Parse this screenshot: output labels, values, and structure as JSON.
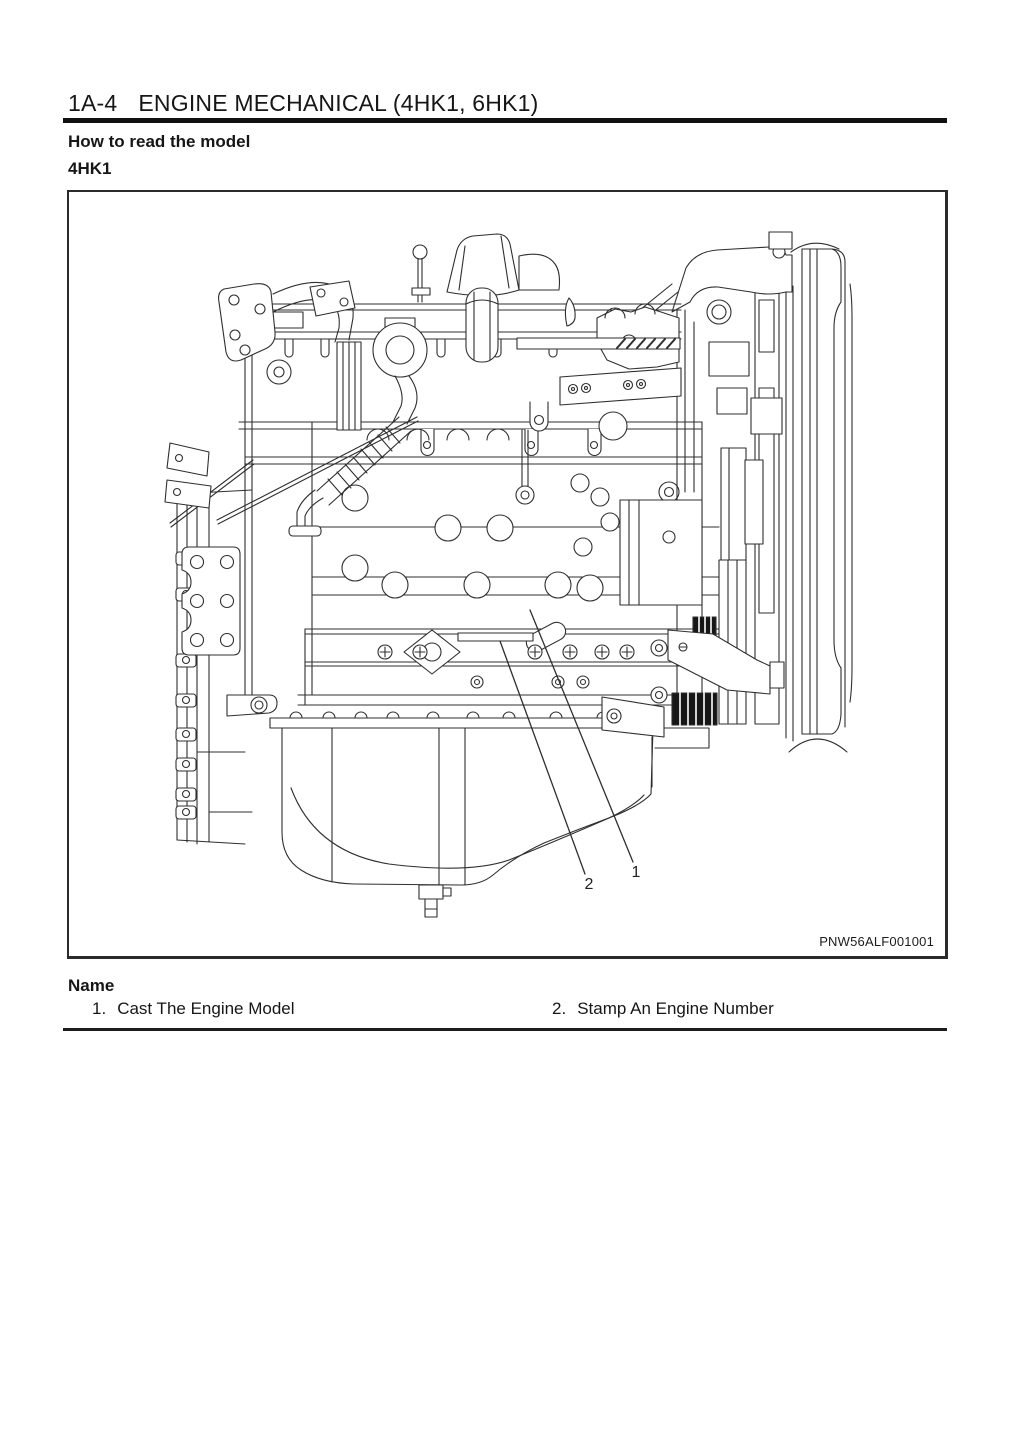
{
  "page": {
    "header": {
      "section_code": "1A-4",
      "title": "ENGINE MECHANICAL (4HK1, 6HK1)"
    },
    "intro": {
      "subtitle": "How to read the model",
      "model": "4HK1"
    },
    "figure": {
      "code": "PNW56ALF001001",
      "callouts": [
        {
          "number": "1"
        },
        {
          "number": "2"
        }
      ]
    },
    "legend": {
      "heading": "Name",
      "items": [
        {
          "number": "1.",
          "label": "Cast The Engine Model"
        },
        {
          "number": "2.",
          "label": "Stamp An Engine Number"
        }
      ]
    }
  }
}
